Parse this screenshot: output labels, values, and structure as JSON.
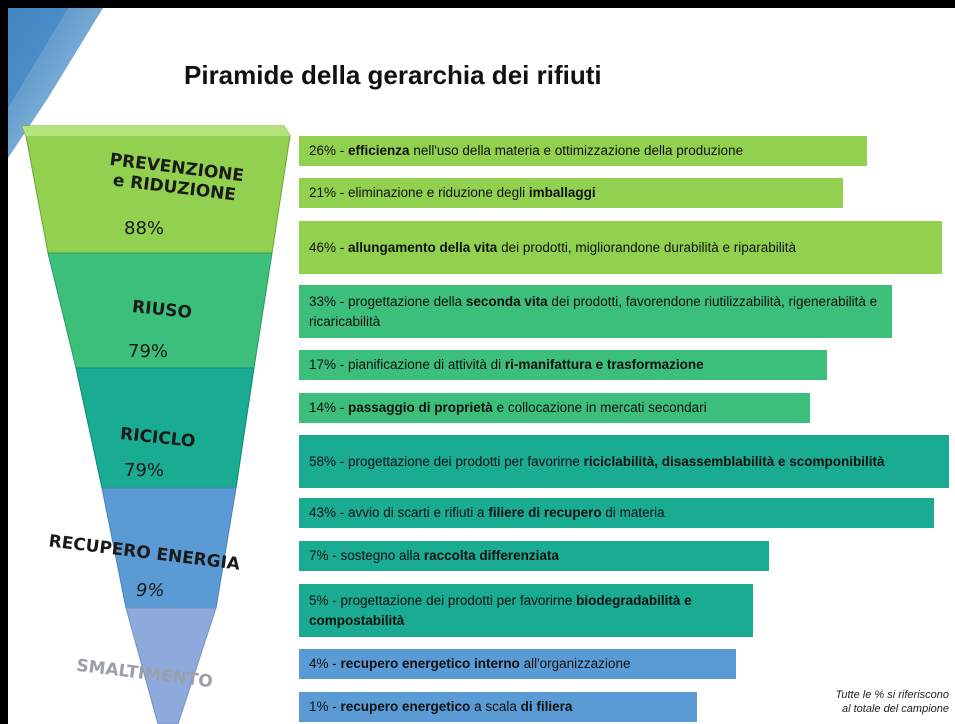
{
  "title": "Piramide della gerarchia dei rifiuti",
  "levels": [
    {
      "name_line1": "PREVENZIONE",
      "name_line2": "e RIDUZIONE",
      "percent": "88%",
      "color": "#92d050"
    },
    {
      "name": "RIUSO",
      "percent": "79%",
      "color": "#3dbf7c"
    },
    {
      "name": "RICICLO",
      "percent": "79%",
      "color": "#1aab93"
    },
    {
      "name": "RECUPERO ENERGIA",
      "percent": "9%",
      "color": "#5b9bd5"
    },
    {
      "name": "SMALTIMENTO",
      "percent": "",
      "color": "#8ea9db"
    }
  ],
  "bars": [
    {
      "pre": "26% - ",
      "b1": "efficienza",
      "mid": " nell'uso della materia e ottimizzazione della produzione",
      "b2": "",
      "post": ""
    },
    {
      "pre": "21% - eliminazione e riduzione degli ",
      "b1": "imballaggi",
      "mid": "",
      "b2": "",
      "post": ""
    },
    {
      "pre": "46% - ",
      "b1": "allungamento della vita",
      "mid": " dei prodotti,  migliorandone durabilità e riparabilità",
      "b2": "",
      "post": ""
    },
    {
      "pre": "33% - progettazione della ",
      "b1": "seconda vita",
      "mid": " dei prodotti, favorendone riutilizzabilità, rigenerabilità e ricaricabilità",
      "b2": "",
      "post": ""
    },
    {
      "pre": "17% - pianificazione di attività di ",
      "b1": "ri-manifattura e trasformazione",
      "mid": "",
      "b2": "",
      "post": ""
    },
    {
      "pre": "14% - ",
      "b1": "passaggio di proprietà",
      "mid": " e collocazione in mercati secondari",
      "b2": "",
      "post": ""
    },
    {
      "pre": "58% - progettazione dei prodotti per favorirne ",
      "b1": "riciclabilità, disassemblabilità e scomponibilità",
      "mid": "",
      "b2": "",
      "post": ""
    },
    {
      "pre": "43% - avvio di scarti e rifiuti a ",
      "b1": "filiere di recupero",
      "mid": " di materia",
      "b2": "",
      "post": ""
    },
    {
      "pre": "7% - sostegno alla ",
      "b1": "raccolta differenziata",
      "mid": "",
      "b2": "",
      "post": ""
    },
    {
      "pre": "5% - progettazione dei prodotti per favorirne ",
      "b1": "biodegradabilità e compostabilità",
      "mid": "",
      "b2": "",
      "post": ""
    },
    {
      "pre": "4% - ",
      "b1": "recupero energetico interno",
      "mid": " all'organizzazione",
      "b2": "",
      "post": ""
    },
    {
      "pre": "1% - ",
      "b1": "recupero energetico",
      "mid": " a scala ",
      "b2": "di filiera",
      "post": ""
    }
  ],
  "note_line1": "Tutte le % si riferiscono",
  "note_line2": "al totale del campione"
}
